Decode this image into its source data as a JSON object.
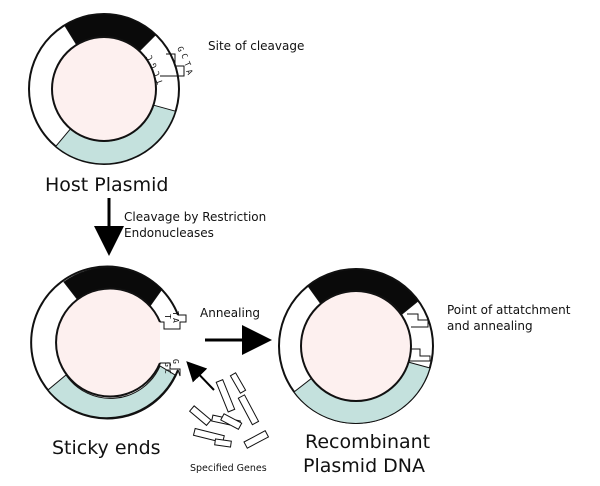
{
  "labels": {
    "site_of_cleavage": "Site of cleavage",
    "host_plasmid": "Host Plasmid",
    "cleavage_line1": "Cleavage by Restriction",
    "cleavage_line2": "Endonucleases",
    "annealing": "Annealing",
    "point_line1": "Point of attatchment",
    "point_line2": "and annealing",
    "sticky_ends": "Sticky ends",
    "specified_genes": "Specified Genes",
    "recombinant_line1": "Recombinant",
    "recombinant_line2": "Plasmid DNA"
  },
  "sequence": {
    "outer": [
      "G",
      "C",
      "T",
      "A"
    ],
    "inner": [
      "T",
      "C",
      "G",
      "C"
    ]
  },
  "colors": {
    "outline": "#111111",
    "ring_fill": "#ffffff",
    "core_fill": "#fdf0ef",
    "dark_band": "#0a0a0a",
    "teal_band": "#c4e1dd",
    "arrow": "#000000"
  }
}
